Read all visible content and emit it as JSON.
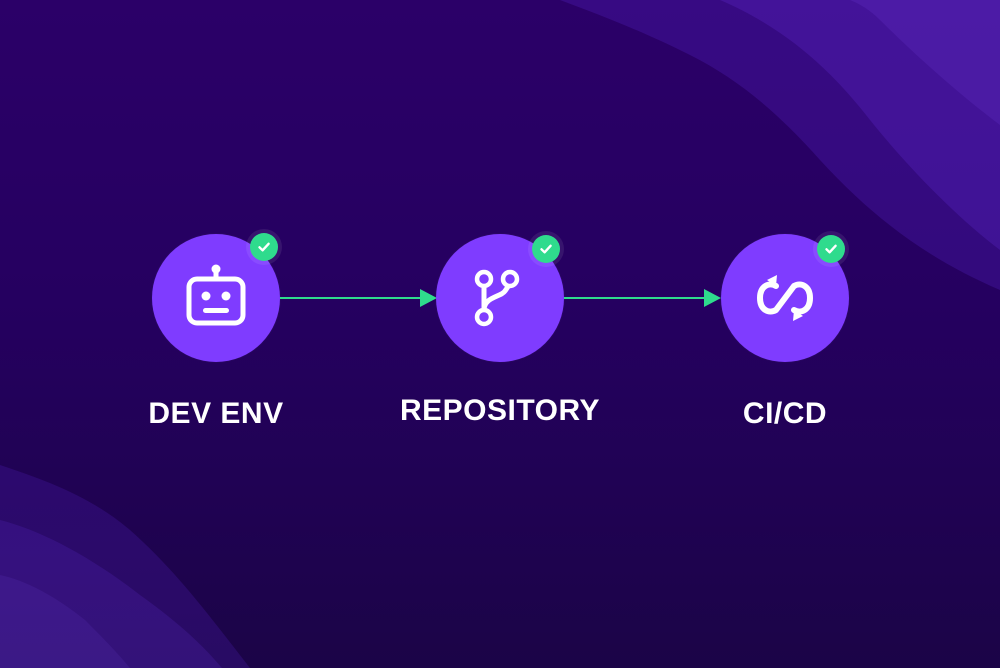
{
  "steps": [
    {
      "label": "DEV ENV",
      "icon": "robot-icon",
      "status": "check-icon"
    },
    {
      "label": "REPOSITORY",
      "icon": "git-branch-icon",
      "status": "check-icon"
    },
    {
      "label": "CI/CD",
      "icon": "refresh-infinity-icon",
      "status": "check-icon"
    }
  ],
  "colors": {
    "background": "#220062",
    "node_fill": "#7f3cff",
    "badge_fill": "#2fdb8d",
    "connector": "#2fdb8d",
    "label": "#ffffff"
  }
}
